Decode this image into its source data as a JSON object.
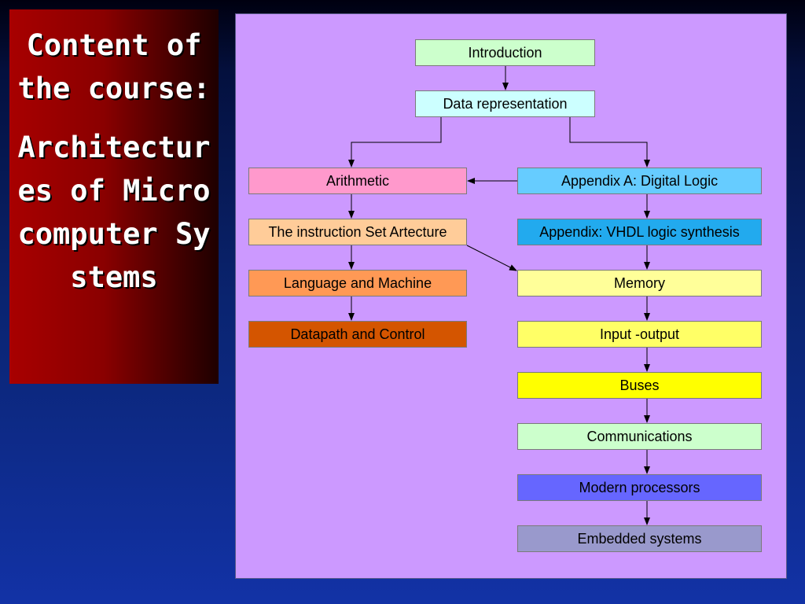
{
  "title_panel": {
    "heading": "Content of the course:",
    "subheading": "Architectures of Microcomputer Systems",
    "background": "#a80000"
  },
  "diagram": {
    "background": "#cc99ff",
    "boxes": {
      "introduction": {
        "label": "Introduction",
        "color": "#ccffcc"
      },
      "data_representation": {
        "label": "Data representation",
        "color": "#ccffff"
      },
      "arithmetic": {
        "label": "Arithmetic",
        "color": "#ff99cc"
      },
      "instruction_set": {
        "label": "The instruction Set Artecture",
        "color": "#ffcc99"
      },
      "language_machine": {
        "label": "Language and Machine",
        "color": "#ff9955"
      },
      "datapath_control": {
        "label": "Datapath and Control",
        "color": "#d45500"
      },
      "appendix_a": {
        "label": "Appendix A: Digital Logic",
        "color": "#66ccff"
      },
      "appendix_vhdl": {
        "label": "Appendix: VHDL logic synthesis",
        "color": "#22aaee"
      },
      "memory": {
        "label": "Memory",
        "color": "#ffff99"
      },
      "input_output": {
        "label": "Input -output",
        "color": "#ffff66"
      },
      "buses": {
        "label": "Buses",
        "color": "#ffff00"
      },
      "communications": {
        "label": "Communications",
        "color": "#ccffcc"
      },
      "modern_processors": {
        "label": "Modern processors",
        "color": "#6666ff"
      },
      "embedded_systems": {
        "label": "Embedded systems",
        "color": "#9999cc"
      }
    }
  }
}
